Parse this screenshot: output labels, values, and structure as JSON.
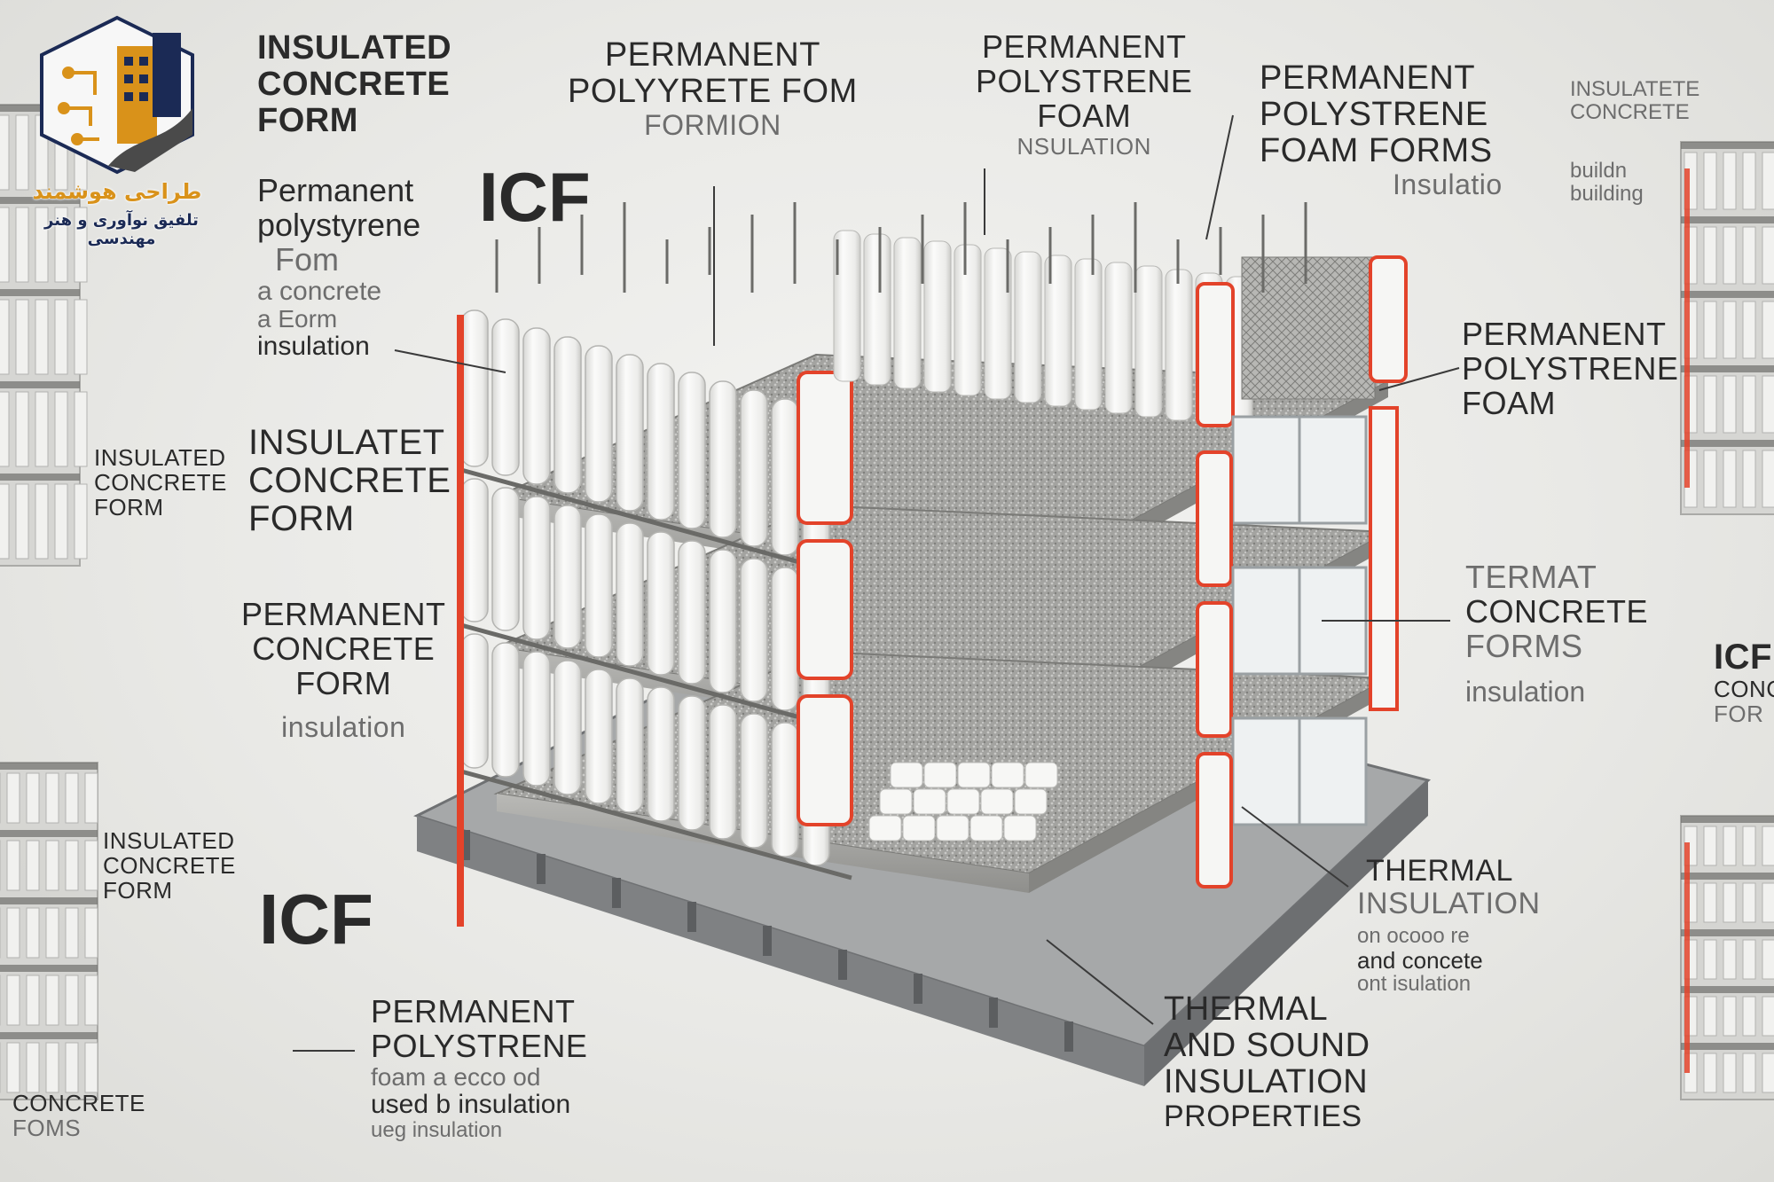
{
  "logo": {
    "title": "طراحی هوشمند",
    "subtitle": "تلفیق نوآوری و هنر مهندسی",
    "icon": "building-circuit-logo"
  },
  "labels": {
    "top_left": [
      "INSULATED",
      "CONCRETE",
      "FORM"
    ],
    "top_center": [
      "PERMANENT",
      "POLYYRETE FOM",
      "FORMION"
    ],
    "top_center_right": [
      "PERMANENT",
      "POLYSTRENE",
      "FOAM",
      "NSULATION"
    ],
    "top_right": [
      "PERMANENT",
      "POLYSTRENE",
      "FOAM FORMS",
      "Insulatio"
    ],
    "far_right_top": [
      "INSULATETE",
      "CONCRETE",
      "buildn",
      "building"
    ],
    "icf_top": "ICF",
    "left_permanent": [
      "Permanent",
      "polystyrene",
      "Fom",
      "a concrete",
      "a Eorm",
      "insulation"
    ],
    "left_insulated_small": [
      "INSULATED",
      "CONCRETE",
      "FORM"
    ],
    "left_insulatet": [
      "INSULATET",
      "CONCRETE",
      "FORM"
    ],
    "left_permanent_concrete": [
      "PERMANENT",
      "CONCRETE",
      "FORM",
      "insulation"
    ],
    "left_lower_insulated": [
      "INSULATED",
      "CONCRETE",
      "FORM"
    ],
    "icf_bottom": "ICF",
    "bottom_permanent": [
      "PERMANENT",
      "POLYSTRENE",
      "foam a ecco od",
      "used b insulation",
      "ueg insulation"
    ],
    "bottom_left_corner": [
      "CONCRETE",
      "FOMS"
    ],
    "right_permanent": [
      "PERMANENT",
      "POLYSTRENE",
      "FOAM"
    ],
    "right_termat": [
      "TERMAT",
      "CONCRETE",
      "FORMS",
      "insulation"
    ],
    "right_far_icf": [
      "ICF",
      "CONC",
      "FOR"
    ],
    "right_thermal": [
      "THERMAL",
      "INSULATION",
      "on ocooo re",
      "and concete",
      "ont isulation"
    ],
    "bottom_thermal_sound": [
      "THERMAL",
      "AND SOUND",
      "INSULATION",
      "PROPERTIES"
    ]
  },
  "colors": {
    "accent": "#e3432a",
    "foam": "#f3f3f1",
    "concrete": "#a9a9a7",
    "steel": "#8e9193",
    "logo_gold": "#d9921a",
    "logo_navy": "#1b2a55"
  }
}
